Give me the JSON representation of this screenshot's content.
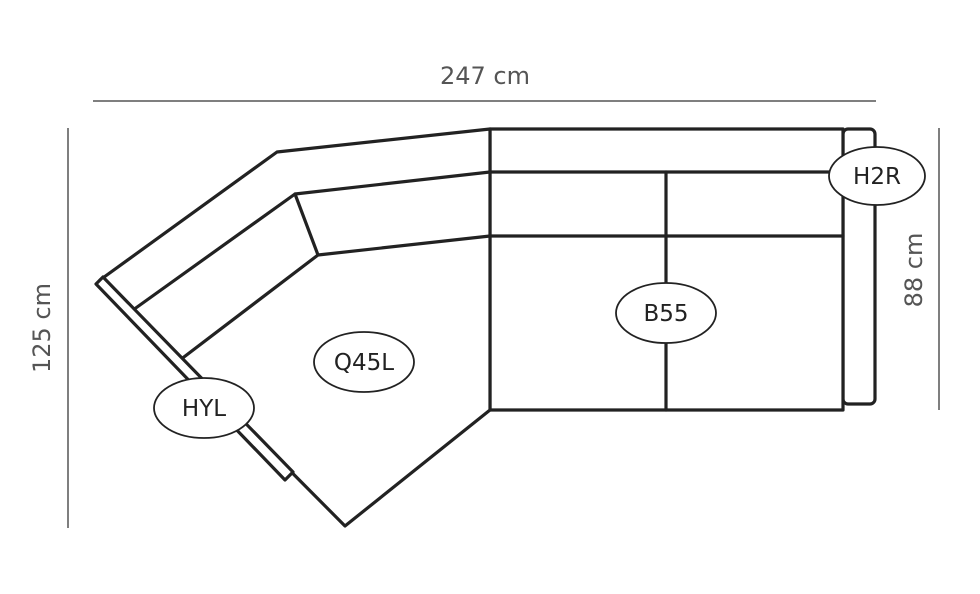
{
  "dimensions": {
    "width": "247 cm",
    "depth_left": "125 cm",
    "depth_right": "88 cm"
  },
  "modules": {
    "hyl": "HYL",
    "q45l": "Q45L",
    "b55": "B55",
    "h2r": "H2R"
  },
  "colors": {
    "line": "#222222",
    "dimension": "#555555"
  }
}
